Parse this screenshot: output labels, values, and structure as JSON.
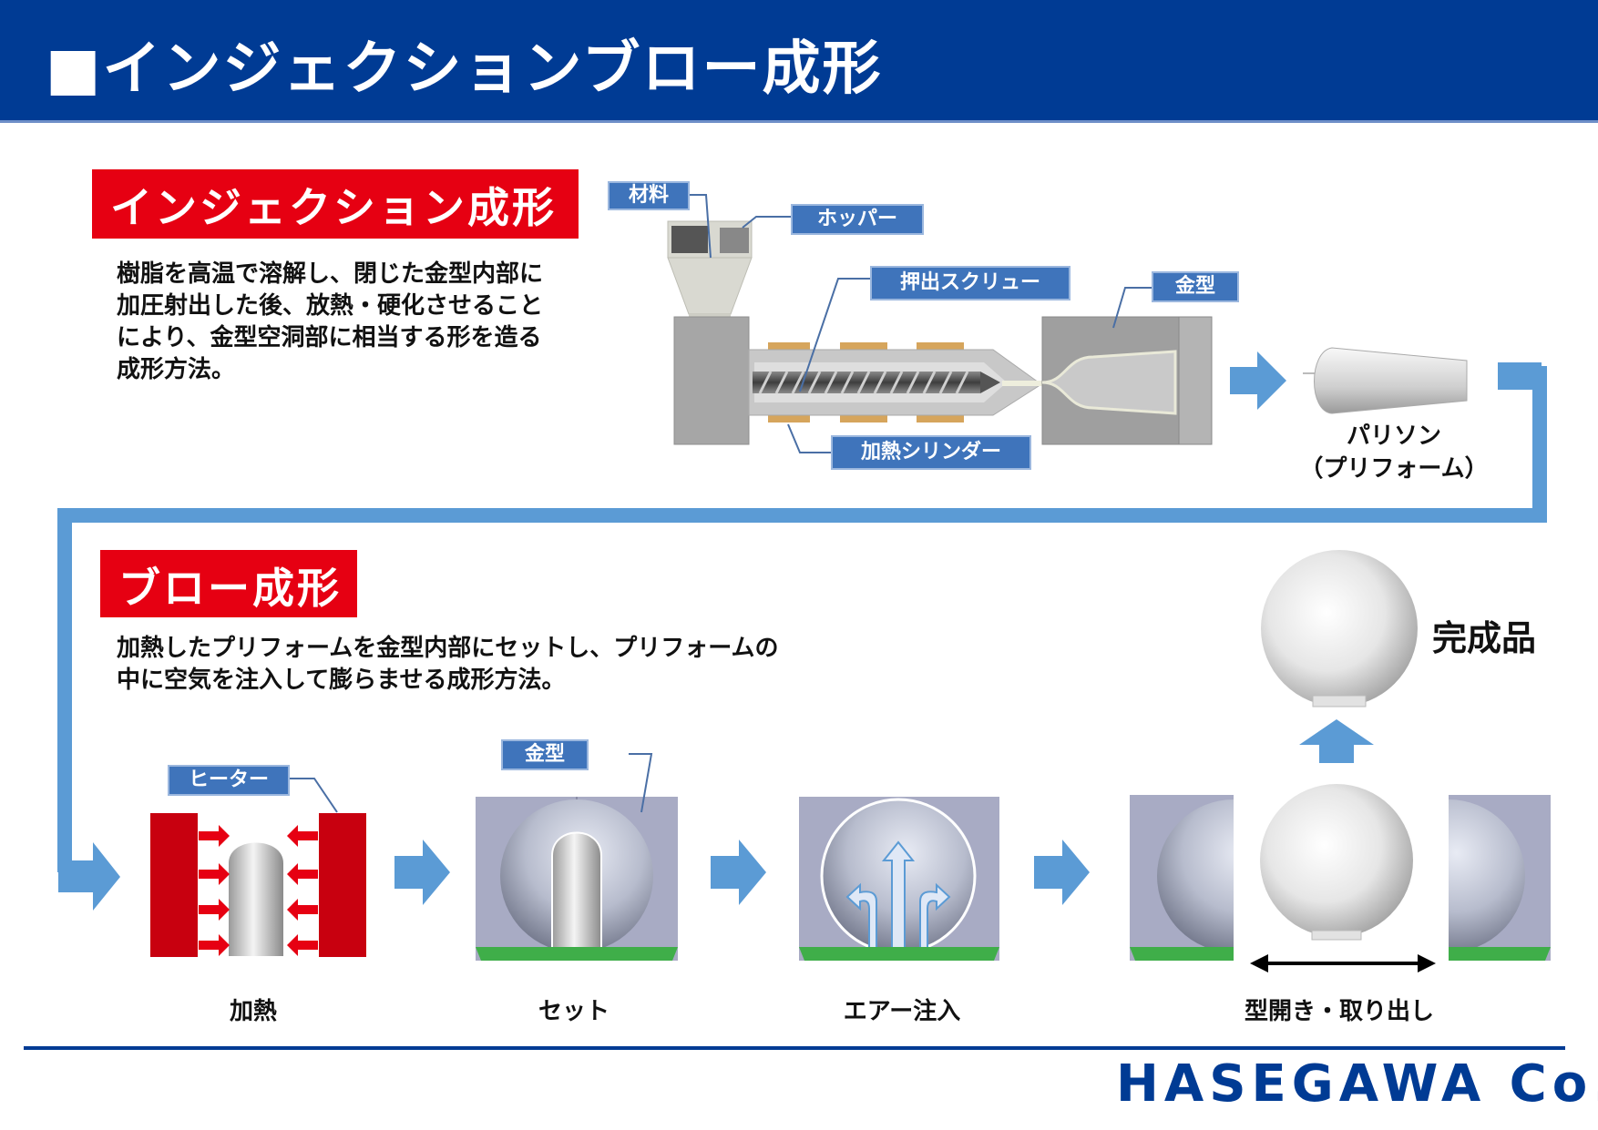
{
  "header": {
    "title": "■インジェクションブロー成形",
    "bg_color": "#003b94"
  },
  "injection": {
    "title": "インジェクション成形",
    "description": "樹脂を高温で溶解し、閉じた金型内部に加圧射出した後、放熱・硬化させることにより、金型空洞部に相当する形を造る成形方法。",
    "labels": {
      "material": "材料",
      "hopper": "ホッパー",
      "screw": "押出スクリュー",
      "mold": "金型",
      "cylinder": "加熱シリンダー"
    },
    "parison_label_1": "パリソン",
    "parison_label_2": "（プリフォーム）"
  },
  "blow": {
    "title": "ブロー成形",
    "description": "加熱したプリフォームを金型内部にセットし、プリフォームの中に空気を注入して膨らませる成形方法。",
    "heater_label": "ヒーター",
    "mold_label": "金型",
    "steps": [
      "加熱",
      "セット",
      "エアー注入",
      "型開き・取り出し"
    ],
    "product_label": "完成品"
  },
  "colors": {
    "accent_red": "#e60012",
    "arrow_blue": "#5b9bd5",
    "tag_blue": "#3f74bb",
    "heater_red": "#c8000f",
    "mold_base_green": "#3fae49"
  },
  "footer": {
    "logo": "HASEGAWA Co."
  }
}
